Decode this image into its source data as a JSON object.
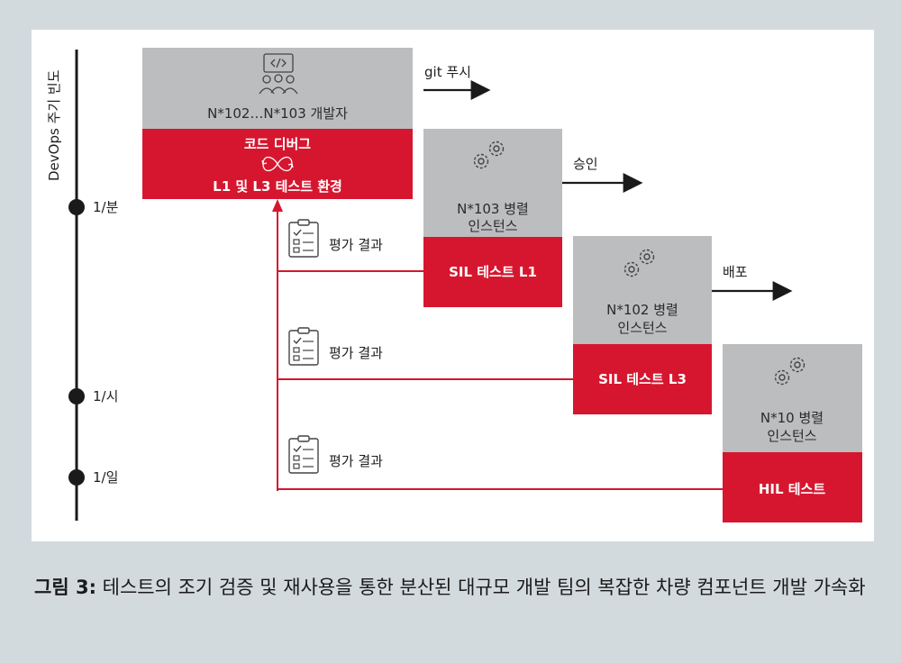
{
  "axis": {
    "label": "DevOps 주기 빈도",
    "ticks": [
      "1/분",
      "1/시",
      "1/일"
    ]
  },
  "stages": [
    {
      "gray_lines": [
        "N*102…N*103 개발자"
      ],
      "red_lines": [
        "코드 디버그",
        "L1 및 L3 테스트 환경"
      ],
      "arrow_label": "git 푸시",
      "icon": "developers-code-icon"
    },
    {
      "gray_lines": [
        "N*103 병렬",
        "인스턴스"
      ],
      "red_lines": [
        "SIL 테스트 L1"
      ],
      "arrow_label": "승인",
      "icon": "gears-icon"
    },
    {
      "gray_lines": [
        "N*102 병렬",
        "인스턴스"
      ],
      "red_lines": [
        "SIL 테스트 L3"
      ],
      "arrow_label": "배포",
      "icon": "gears-icon"
    },
    {
      "gray_lines": [
        "N*10 병렬",
        "인스턴스"
      ],
      "red_lines": [
        "HIL 테스트"
      ],
      "arrow_label": "",
      "icon": "gears-icon"
    }
  ],
  "feedback": [
    "평가 결과",
    "평가 결과",
    "평가 결과"
  ],
  "colors": {
    "gray": "#bcbdbf",
    "red": "#d6162f",
    "line": "#d6162f"
  },
  "caption": {
    "label": "그림 3:",
    "text": " 테스트의 조기 검증 및 재사용을 통한 분산된 대규모 개발 팀의 복잡한 차량 컴포넌트 개발 가속화"
  }
}
